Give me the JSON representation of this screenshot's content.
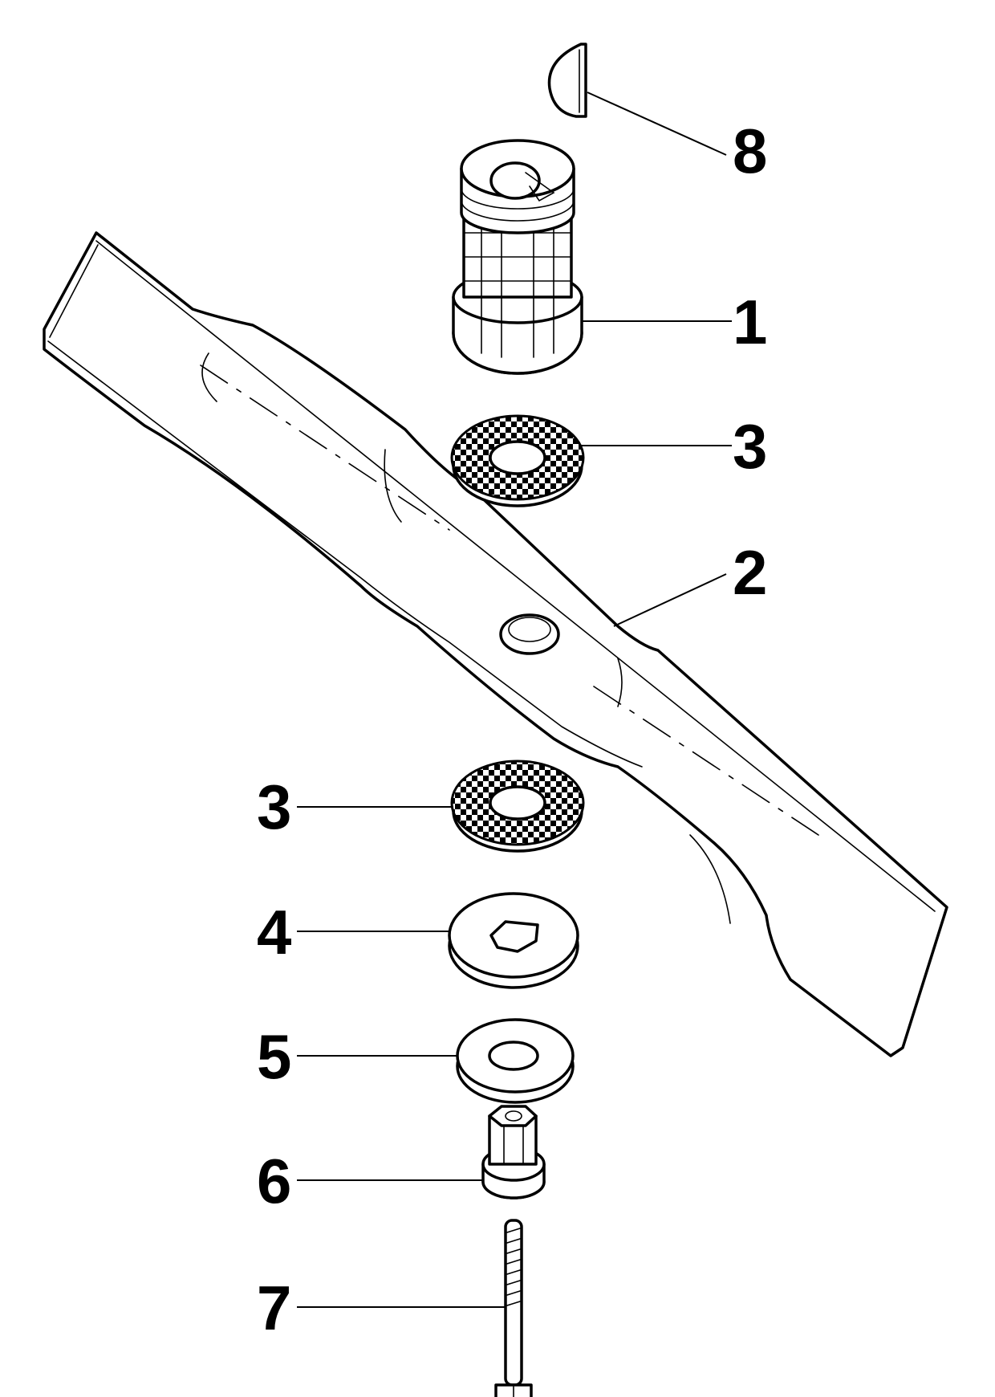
{
  "callouts": [
    {
      "id": "1",
      "label": "1"
    },
    {
      "id": "2",
      "label": "2"
    },
    {
      "id": "3a",
      "label": "3"
    },
    {
      "id": "3b",
      "label": "3"
    },
    {
      "id": "4",
      "label": "4"
    },
    {
      "id": "5",
      "label": "5"
    },
    {
      "id": "6",
      "label": "6"
    },
    {
      "id": "7",
      "label": "7"
    },
    {
      "id": "8",
      "label": "8"
    }
  ],
  "colors": {
    "line": "#000000",
    "background": "#ffffff"
  }
}
